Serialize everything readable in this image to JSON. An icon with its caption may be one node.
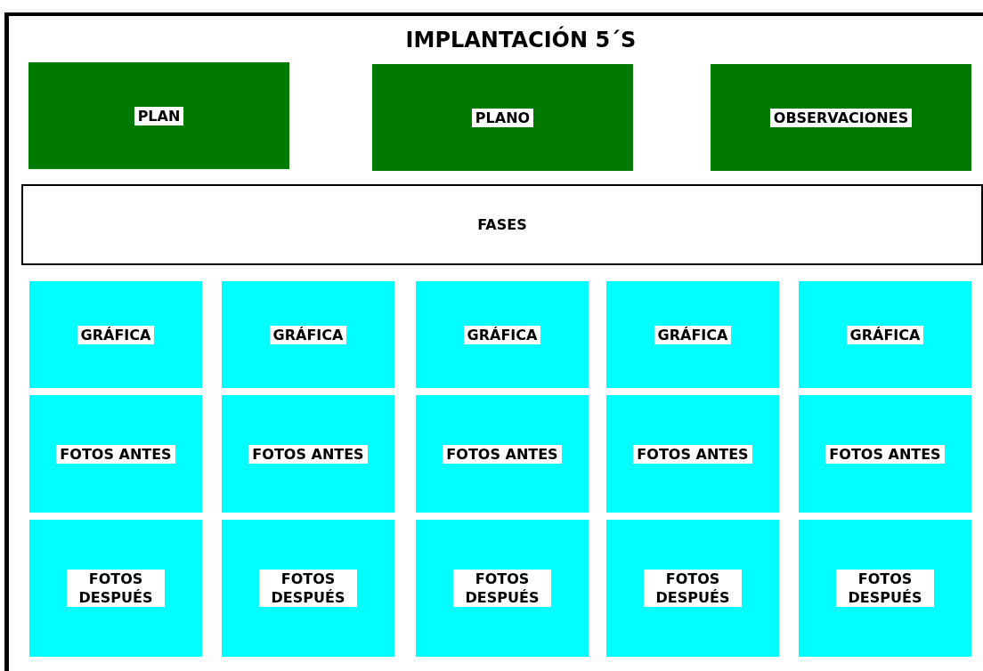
{
  "diagram": {
    "title": "IMPLANTACIÓN 5´S",
    "nodes": [
      {
        "text": [
          "PLAN"
        ]
      },
      {
        "text": [
          "PLANO"
        ]
      },
      {
        "text": [
          "OBSERVACIONES"
        ]
      },
      {
        "text": [
          "FASES"
        ]
      },
      {
        "text": [
          "GRÁFICA"
        ]
      },
      {
        "text": [
          "GRÁFICA"
        ]
      },
      {
        "text": [
          "GRÁFICA"
        ]
      },
      {
        "text": [
          "GRÁFICA"
        ]
      },
      {
        "text": [
          "GRÁFICA"
        ]
      },
      {
        "text": [
          "FOTOS ANTES"
        ]
      },
      {
        "text": [
          "FOTOS ANTES"
        ]
      },
      {
        "text": [
          "FOTOS ANTES"
        ]
      },
      {
        "text": [
          "FOTOS ANTES"
        ]
      },
      {
        "text": [
          "FOTOS ANTES"
        ]
      },
      {
        "text": [
          "FOTOS DESPUÉS"
        ]
      },
      {
        "text": [
          "FOTOS DESPUÉS"
        ]
      },
      {
        "text": [
          "FOTOS DESPUÉS"
        ]
      },
      {
        "text": [
          "FOTOS DESPUÉS"
        ]
      },
      {
        "text": [
          "FOTOS DESPUÉS"
        ]
      }
    ]
  }
}
